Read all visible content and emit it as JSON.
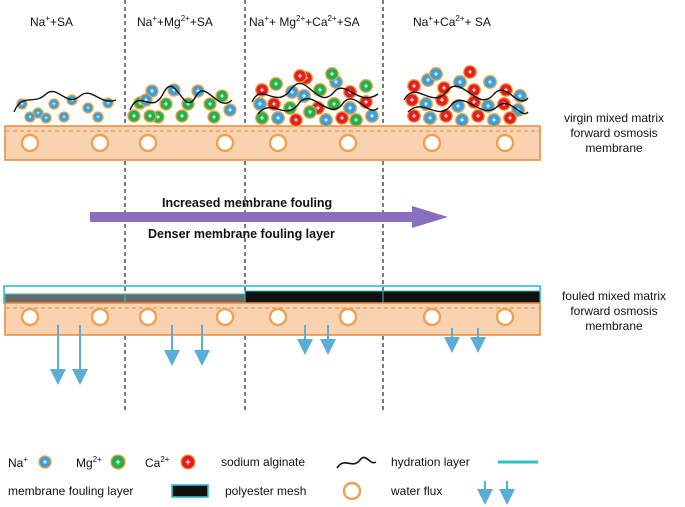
{
  "columns": [
    {
      "prefix": "Na",
      "sup1": "+",
      "mid": "+SA",
      "sup2": "",
      "tail": "",
      "sup3": "",
      "end": ""
    },
    {
      "prefix": "Na",
      "sup1": "+",
      "mid": "+Mg",
      "sup2": "2+",
      "tail": "+SA",
      "sup3": "",
      "end": ""
    },
    {
      "prefix": "Na",
      "sup1": "+",
      "mid": "+ Mg",
      "sup2": "2+",
      "tail": "+Ca",
      "sup3": "2+",
      "end": "+SA"
    },
    {
      "prefix": "Na",
      "sup1": "+",
      "mid": "+Ca",
      "sup2": "2+",
      "tail": "+ SA",
      "sup3": "",
      "end": ""
    }
  ],
  "virgin_label": [
    "virgin mixed matrix",
    "forward osmosis",
    "membrane"
  ],
  "fouled_label": [
    "fouled mixed matrix",
    "forward osmosis",
    "membrane"
  ],
  "arrow_text_top": "Increased membrane fouling",
  "arrow_text_bottom": "Denser membrane fouling  layer",
  "legend": {
    "na": {
      "text": "Na",
      "sup": "+"
    },
    "mg": {
      "text": "Mg",
      "sup": "2+"
    },
    "ca": {
      "text": "Ca",
      "sup": "2+"
    },
    "sodium_alginate": "sodium alginate",
    "hydration_layer": "hydration layer",
    "fouling_layer": "membrane fouling layer",
    "polyester_mesh": "polyester mesh",
    "water_flux": "water flux"
  },
  "ion_symbol": "+",
  "colors": {
    "membrane_fill": "#f9d3b0",
    "membrane_stroke": "#e8893a",
    "na_ion": "#3aa0d8",
    "mg_ion": "#21b050",
    "ca_ion": "#e02020",
    "ion_ring": "#f5a040",
    "hydration": "#2ec0c8",
    "arrow": "#8a6fc0",
    "water_arrow": "#5aaed6",
    "fouling_dark": "#111111",
    "fouling_gray": "#6a6a6a"
  },
  "fouling_layers": [
    {
      "shade": "gray"
    },
    {
      "shade": "gray"
    },
    {
      "shade": "dark"
    },
    {
      "shade": "dark"
    }
  ]
}
